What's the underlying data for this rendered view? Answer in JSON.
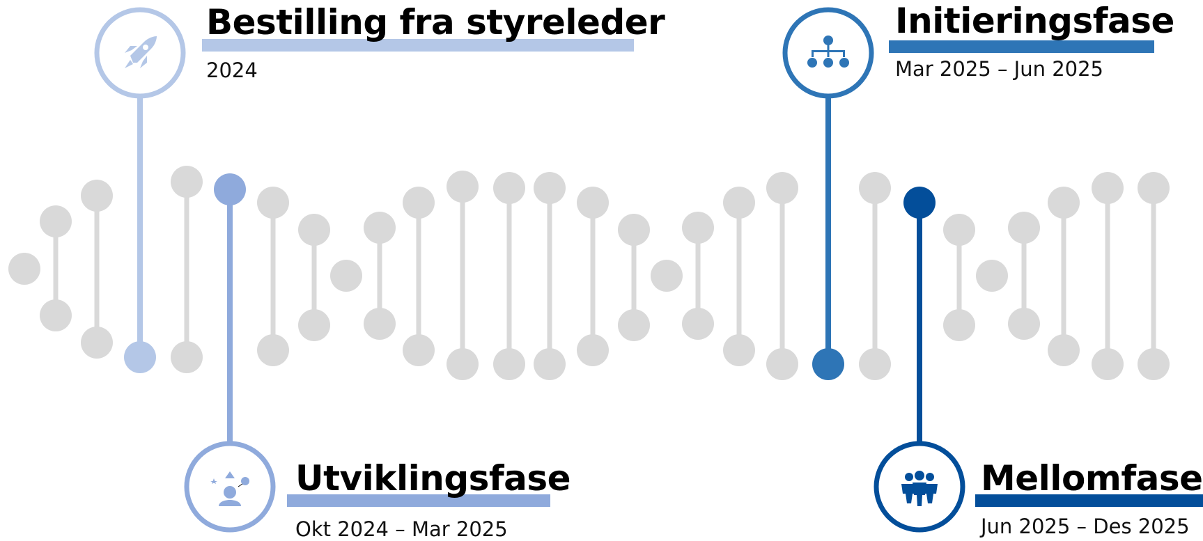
{
  "colors": {
    "gray": "#d9d9d9",
    "c1": "#b4c7e7",
    "c2": "#8faadc",
    "c3": "#2e75b6",
    "c4": "#034e9a"
  },
  "milestones": [
    {
      "title": "Bestilling fra styreleder",
      "date": "2024",
      "icon": "rocket-icon",
      "color": "#b4c7e7"
    },
    {
      "title": "Utviklingsfase",
      "date": "Okt 2024 – Mar 2025",
      "icon": "ideas-person-icon",
      "color": "#8faadc"
    },
    {
      "title": "Initieringsfase",
      "date": "Mar 2025 – Jun 2025",
      "icon": "org-chart-icon",
      "color": "#2e75b6"
    },
    {
      "title": "Mellomfase",
      "date": "Jun 2025 – Des 2025",
      "icon": "team-icon",
      "color": "#034e9a"
    }
  ]
}
